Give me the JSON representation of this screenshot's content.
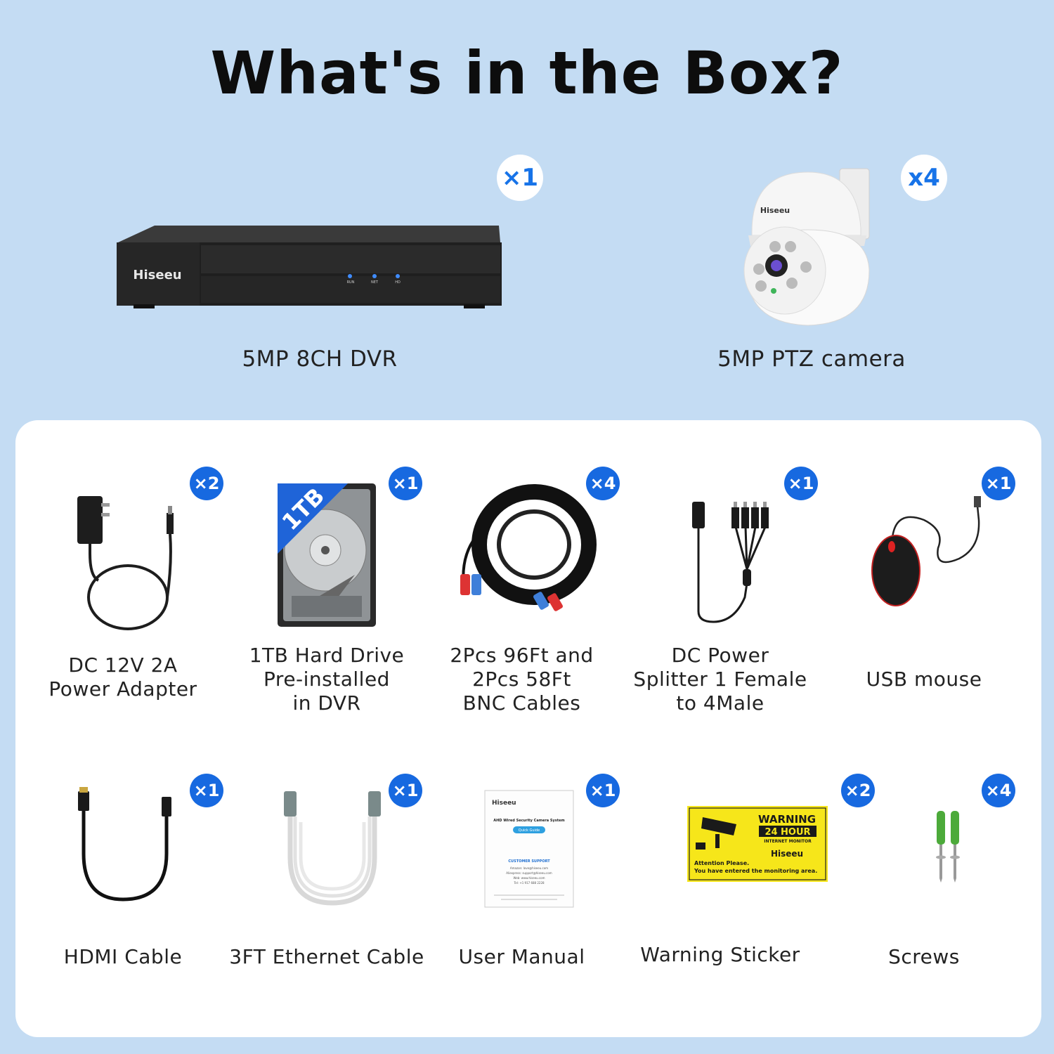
{
  "title": "What's in the Box?",
  "top_items": [
    {
      "label": "5MP 8CH DVR",
      "qty": "×1",
      "icon": "dvr-icon",
      "brand": "Hiseeu",
      "led_labels": [
        "RUN",
        "NET",
        "HD"
      ]
    },
    {
      "label": "5MP PTZ camera",
      "qty": "x4",
      "icon": "ptz-camera-icon",
      "brand": "Hiseeu"
    }
  ],
  "accessories": [
    {
      "label": "DC 12V 2A\nPower Adapter",
      "qty": "×2",
      "icon": "power-adapter-icon"
    },
    {
      "label": "1TB Hard Drive\nPre-installed\nin DVR",
      "qty": "×1",
      "icon": "hard-drive-icon",
      "badge": "1TB"
    },
    {
      "label": "2Pcs 96Ft and\n2Pcs 58Ft\nBNC Cables",
      "qty": "×4",
      "icon": "bnc-cable-icon"
    },
    {
      "label": "DC Power\nSplitter 1 Female\nto 4Male",
      "qty": "×1",
      "icon": "power-splitter-icon"
    },
    {
      "label": "USB mouse",
      "qty": "×1",
      "icon": "usb-mouse-icon"
    },
    {
      "label": "HDMI Cable",
      "qty": "×1",
      "icon": "hdmi-cable-icon"
    },
    {
      "label": "3FT Ethernet Cable",
      "qty": "×1",
      "icon": "ethernet-cable-icon"
    },
    {
      "label": "User Manual",
      "qty": "×1",
      "icon": "user-manual-icon"
    },
    {
      "label": "Warning Sticker",
      "qty": "×2",
      "icon": "warning-sticker-icon"
    },
    {
      "label": "Screws",
      "qty": "×4",
      "icon": "screws-icon"
    }
  ],
  "manual": {
    "brand": "Hiseeu",
    "title": "AHD Wired Security Camera System",
    "button": "Quick Guide",
    "support_title": "CUSTOMER SUPPORT",
    "support_lines": [
      "Amazon: love@hiseeu.com",
      "Aliexpress: support@hiseeu.com",
      "Web: www.hiseeu.com",
      "Tel: +1 917 688 2228"
    ]
  },
  "sticker": {
    "warning": "WARNING",
    "hours": "24 HOUR",
    "monitor": "INTERNET MONITOR",
    "brand": "Hiseeu",
    "attention": "Attention Please.",
    "message": "You have entered the monitoring area."
  },
  "colors": {
    "background": "#c4dcf3",
    "panel": "#ffffff",
    "badge_blue": "#1769e0",
    "sticker_yellow": "#f6e61a"
  }
}
